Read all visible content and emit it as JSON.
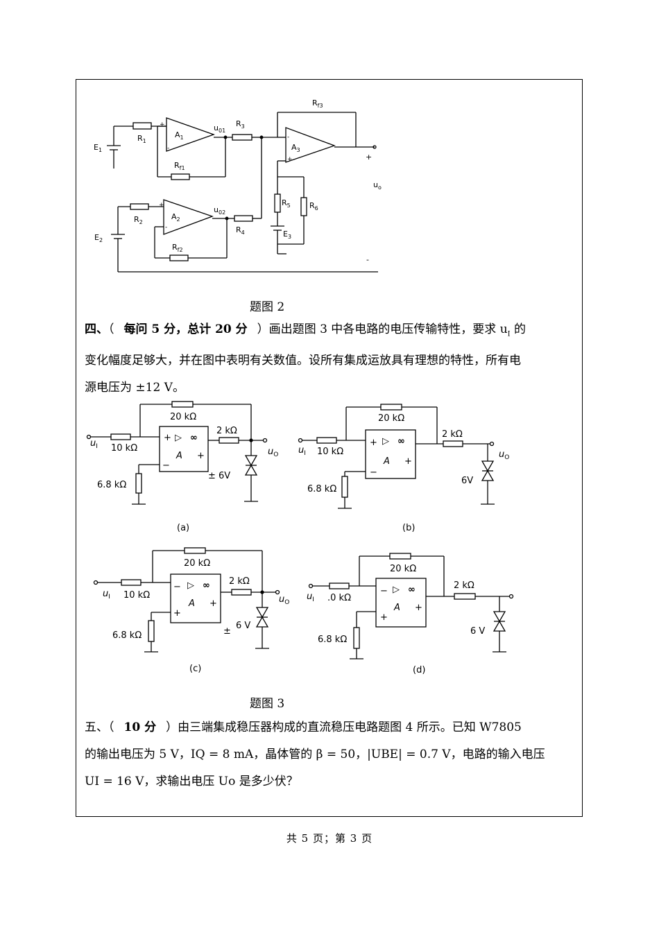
{
  "fig2": {
    "caption": "题图 2",
    "labels": {
      "rf3": "R",
      "rf3_sub": "f3",
      "r3": "R",
      "r3_sub": "3",
      "u01": "u",
      "u01_sub": "01",
      "r1": "R",
      "r1_sub": "1",
      "a1": "A",
      "a1_sub": "1",
      "a3": "A",
      "a3_sub": "3",
      "e1": "E",
      "e1_sub": "1",
      "rf1": "R",
      "rf1_sub": "f1",
      "plus_out": "+",
      "uo": "u",
      "uo_sub": "o",
      "r5": "R",
      "r5_sub": "5",
      "r6": "R",
      "r6_sub": "6",
      "u02": "u",
      "u02_sub": "02",
      "r2": "R",
      "r2_sub": "2",
      "a2": "A",
      "a2_sub": "2",
      "r4": "R",
      "r4_sub": "4",
      "e2": "E",
      "e2_sub": "2",
      "e3": "E",
      "e3_sub": "3",
      "rf2": "R",
      "rf2_sub": "f2",
      "minus_out": "-",
      "pm_plus": "+",
      "pm_minus": "-"
    }
  },
  "q4": {
    "number": "四、",
    "paren_open": "（",
    "score": "每问 5 分，总计 20 分",
    "paren_close": "）",
    "line1_text": "画出题图 3 中各电路的电压传输特性，要求 u",
    "line1_sub": "I",
    "line1_tail": " 的",
    "line2": "变化幅度足够大，并在图中表明有关数值。设所有集成运放具有理想的特性，所有电",
    "line3": "源电压为 ±12 V。"
  },
  "fig3": {
    "caption": "题图 3",
    "circuits": [
      {
        "id": "(a)",
        "rf": "20 kΩ",
        "rin": "10 kΩ",
        "rout": "2 kΩ",
        "rg": "6.8 kΩ",
        "zener": "± 6V",
        "top_sign": "+",
        "bottom_sign": "−",
        "in": "u",
        "in_sub": "I",
        "out": "u",
        "out_sub": "O",
        "amp": "A",
        "tri": "▷",
        "inf": "∞",
        "plus": "+"
      },
      {
        "id": "(b)",
        "rf": "20 kΩ",
        "rin": "10 kΩ",
        "rout": "2 kΩ",
        "rg": "6.8 kΩ",
        "zener": "6V",
        "top_sign": "+",
        "bottom_sign": "−",
        "in": "u",
        "in_sub": "I",
        "out": "u",
        "out_sub": "O",
        "amp": "A",
        "tri": "▷",
        "inf": "∞",
        "plus": "+"
      },
      {
        "id": "(c)",
        "rf": "20 kΩ",
        "rin": "10 kΩ",
        "rout": "2 kΩ",
        "rg": "6.8 kΩ",
        "zener": "6 V",
        "zener_pm": "±",
        "top_sign": "−",
        "bottom_sign": "+",
        "in": "u",
        "in_sub": "I",
        "out": "u",
        "out_sub": "O",
        "amp": "A",
        "tri": "▷",
        "inf": "∞",
        "plus": "+"
      },
      {
        "id": "(d)",
        "rf": "20 kΩ",
        "rin": ".0 kΩ",
        "rout": "2 kΩ",
        "rg": "6.8 kΩ",
        "zener": "6 V",
        "top_sign": "−",
        "bottom_sign": "+",
        "in": "u",
        "in_sub": "I",
        "out": "",
        "out_sub": "",
        "amp": "A",
        "tri": "▷",
        "inf": "∞",
        "plus": "+"
      }
    ]
  },
  "q5": {
    "number": "五、",
    "paren_open": "（",
    "score": "10 分",
    "paren_close": "）",
    "line1_text": "由三端集成稳压器构成的直流稳压电路题图 4 所示。已知 W7805",
    "line2": "的输出电压为 5 V，IQ = 8 mA，晶体管的  β  = 50，|UBE| = 0.7 V，电路的输入电压",
    "line3": "UI = 16 V，求输出电压 Uo 是多少伏？"
  },
  "footer": "共   5   页；第   3   页"
}
